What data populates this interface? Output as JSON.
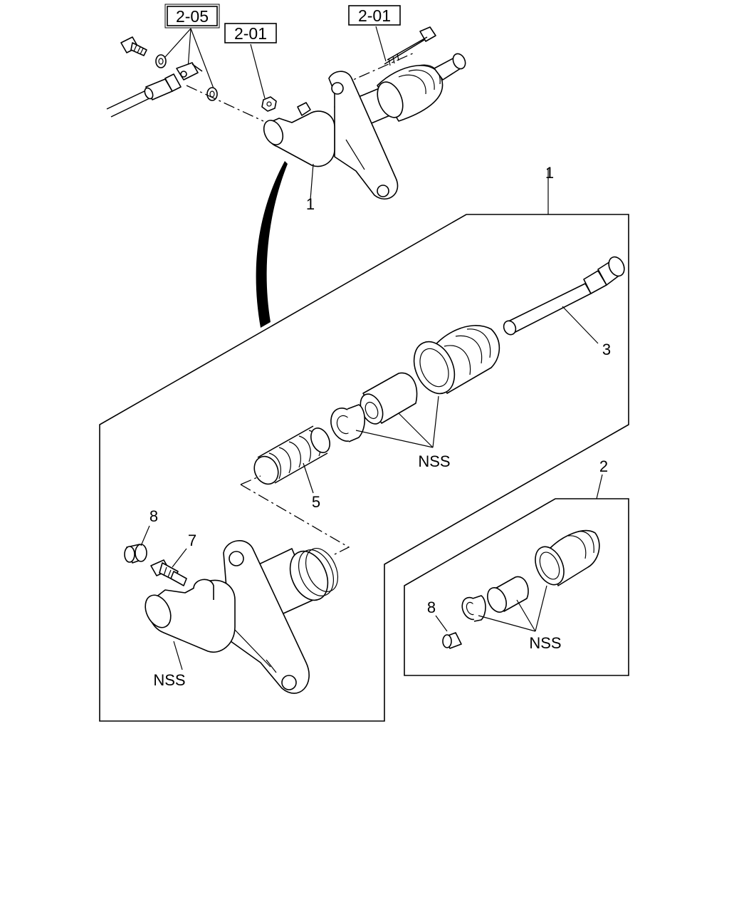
{
  "references": {
    "ref_2_05": "2-05",
    "ref_2_01_left": "2-01",
    "ref_2_01_right": "2-01"
  },
  "callouts": {
    "assembly_top": "1",
    "assembly_group": "1",
    "kit_group": "2",
    "push_rod": "3",
    "boot_spring": "5",
    "bleeder_screw": "7",
    "cap_main": "8",
    "cap_kit": "8",
    "nss_seals": "NSS",
    "nss_body": "NSS",
    "nss_kit": "NSS"
  }
}
